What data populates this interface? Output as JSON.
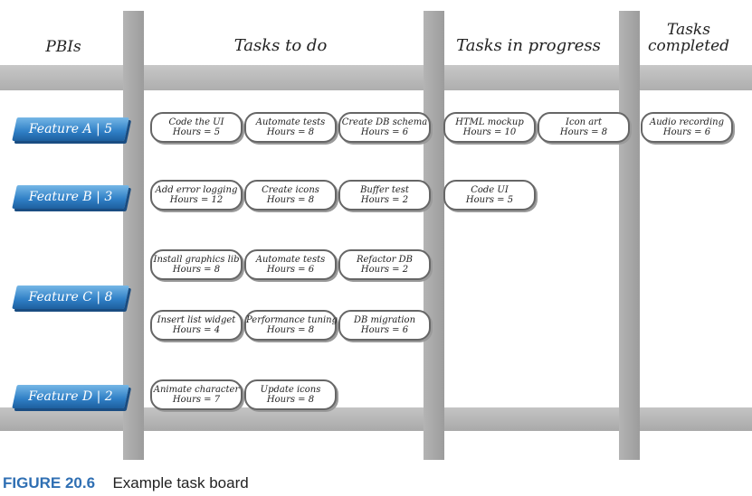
{
  "headers": {
    "pbis": "PBIs",
    "todo": "Tasks to do",
    "in_progress": "Tasks in progress",
    "completed_1": "Tasks",
    "completed_2": "completed"
  },
  "features": [
    {
      "label": "Feature A | 5"
    },
    {
      "label": "Feature B | 3"
    },
    {
      "label": "Feature C | 8"
    },
    {
      "label": "Feature D | 2"
    }
  ],
  "cards": {
    "a_todo_1": {
      "task": "Code the UI",
      "hours": "Hours = 5"
    },
    "a_todo_2": {
      "task": "Automate tests",
      "hours": "Hours = 8"
    },
    "a_todo_3": {
      "task": "Create DB schema",
      "hours": "Hours = 6"
    },
    "a_prog_1": {
      "task": "HTML mockup",
      "hours": "Hours = 10"
    },
    "a_prog_2": {
      "task": "Icon art",
      "hours": "Hours = 8"
    },
    "a_done_1": {
      "task": "Audio recording",
      "hours": "Hours = 6"
    },
    "b_todo_1": {
      "task": "Add error logging",
      "hours": "Hours = 12"
    },
    "b_todo_2": {
      "task": "Create icons",
      "hours": "Hours = 8"
    },
    "b_todo_3": {
      "task": "Buffer test",
      "hours": "Hours = 2"
    },
    "b_prog_1": {
      "task": "Code UI",
      "hours": "Hours = 5"
    },
    "c_todo_1": {
      "task": "Install graphics lib",
      "hours": "Hours = 8"
    },
    "c_todo_2": {
      "task": "Automate tests",
      "hours": "Hours = 6"
    },
    "c_todo_3": {
      "task": "Refactor DB",
      "hours": "Hours = 2"
    },
    "c_todo_4": {
      "task": "Insert list widget",
      "hours": "Hours = 4"
    },
    "c_todo_5": {
      "task": "Performance tuning",
      "hours": "Hours = 8"
    },
    "c_todo_6": {
      "task": "DB migration",
      "hours": "Hours = 6"
    },
    "d_todo_1": {
      "task": "Animate character",
      "hours": "Hours = 7"
    },
    "d_todo_2": {
      "task": "Update icons",
      "hours": "Hours = 8"
    }
  },
  "caption": {
    "label": "FIGURE 20.6",
    "text": "Example task board"
  }
}
